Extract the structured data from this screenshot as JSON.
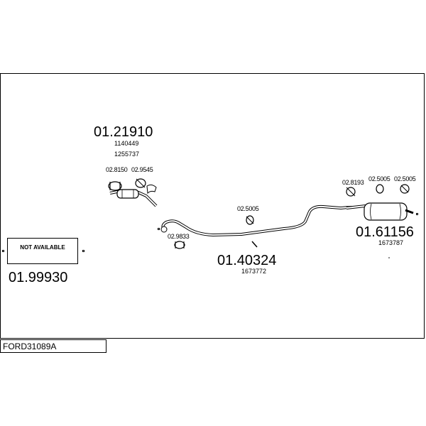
{
  "diagram": {
    "code": "FORD31089A",
    "front_section": {
      "part_number": "01.21910",
      "refs": [
        "1140449",
        "1255737"
      ]
    },
    "front_section_fittings": [
      "02.8150",
      "02.9545"
    ],
    "catalyst": {
      "part_number": "01.99930",
      "status": "NOT AVAILABLE"
    },
    "middle_pipe": {
      "part_number": "01.40324",
      "ref": "1673772"
    },
    "middle_pipe_fittings": [
      "02.9833",
      "02.5005"
    ],
    "rear_silencer": {
      "part_number": "01.61156",
      "ref": "1673787"
    },
    "rear_silencer_fittings": [
      "02.8193",
      "02.5005",
      "02.5005"
    ]
  }
}
